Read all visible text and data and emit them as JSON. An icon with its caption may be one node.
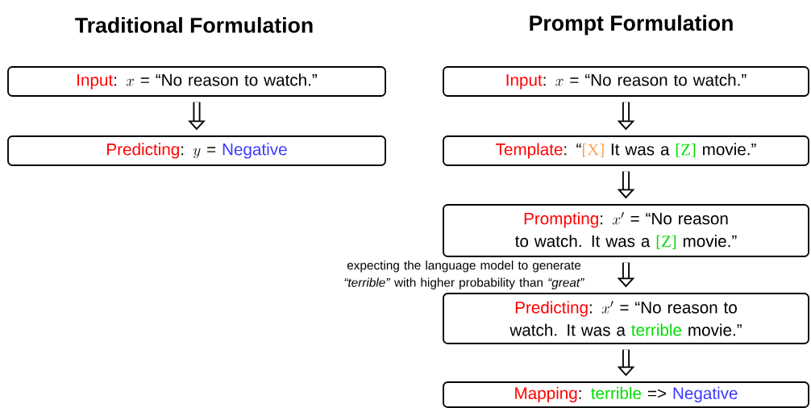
{
  "diagram": {
    "nodes": [
      {
        "text": [
          "Input",
          ":",
          "x",
          "= “No reason to watch.”"
        ]
      },
      {
        "text": [
          "Predicting",
          ":",
          "y",
          "=",
          "Negative"
        ]
      },
      {
        "text": [
          "Input",
          ":",
          "x",
          "= “No reason to watch.”"
        ]
      },
      {
        "text": [
          "Template",
          ": “",
          "[X]",
          "It was a",
          "[Z]",
          "movie.”"
        ]
      },
      {
        "text": [
          "Prompting",
          ":",
          "x'",
          "= “No reason to watch. It was a",
          "[Z]",
          "movie.”"
        ]
      },
      {
        "text": [
          "Predicting",
          ":",
          "x'",
          "= “No reason to watch. It was a",
          "terrible",
          "movie.”"
        ]
      },
      {
        "text": [
          "Mapping",
          ":",
          "terrible",
          "=>",
          "Negative"
        ]
      }
    ],
    "edges": [
      {
        "from": 0,
        "to": 1,
        "arrow": "to"
      },
      {
        "from": 2,
        "to": 3,
        "arrow": "to"
      },
      {
        "from": 3,
        "to": 4,
        "arrow": "to"
      },
      {
        "from": 4,
        "to": 5,
        "arrow": "to",
        "label": "expecting the language model to generate *“terrible”* with higher probability than *“great”*"
      },
      {
        "from": 5,
        "to": 6,
        "arrow": "to"
      }
    ],
    "labels": [
      "Traditional Formulation",
      "Prompt Formulation"
    ]
  }
}
